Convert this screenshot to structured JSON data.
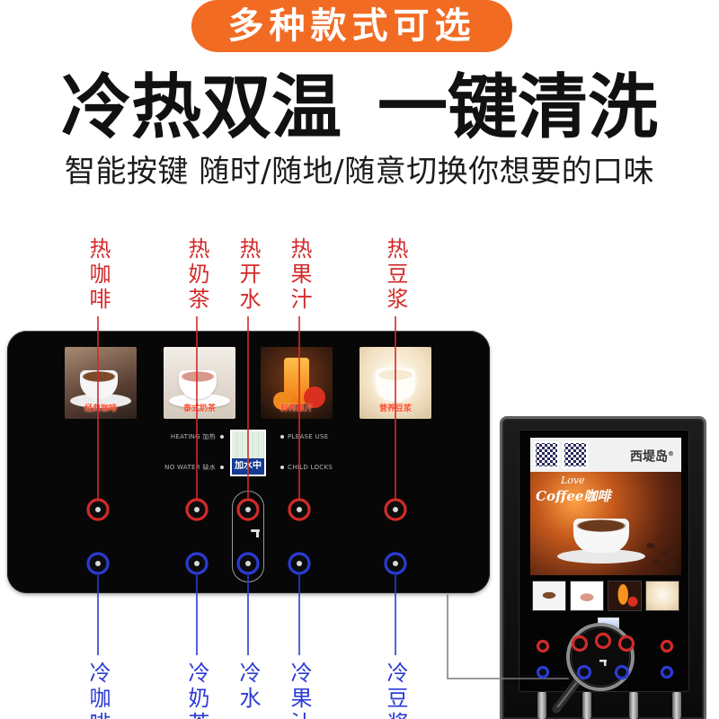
{
  "banner": {
    "label": "多种款式可选"
  },
  "headline": {
    "left": "冷热双温",
    "right": "一键清洗"
  },
  "subheading": {
    "text": "智能按键 随时/随地/随意切换你想要的口味"
  },
  "hot_labels": [
    "热咖啡",
    "热奶茶",
    "热开水",
    "热果汁",
    "热豆浆"
  ],
  "cold_labels": [
    "冷咖啡",
    "冷奶茶",
    "冷水",
    "冷果汁",
    "冷豆浆"
  ],
  "panel": {
    "products": [
      {
        "caption": "经典咖啡",
        "icon": "coffee-cup-image"
      },
      {
        "caption": "泰式奶茶",
        "icon": "milk-tea-image"
      },
      {
        "caption": "鲜榨果汁",
        "icon": "juice-glass-image"
      },
      {
        "caption": "营养豆浆",
        "icon": "soy-milk-image"
      }
    ],
    "indicators": {
      "heating": "HEATING 加热",
      "no_water": "NO WATER 缺水",
      "please_use": "PLEASE USE",
      "child_locks": "CHILD LOCKS"
    },
    "screen_status": "加水中"
  },
  "machine": {
    "brand": "西堤岛",
    "brand_mark": "®",
    "screen_script": "Love",
    "screen_title": "Coffee咖啡"
  },
  "colors": {
    "banner": "#f26b23",
    "hot": "#d32a2a",
    "cold": "#2b3bd4",
    "panel": "#070707"
  },
  "icons": {
    "faucet": "faucet-icon",
    "magnifier": "magnifier-icon",
    "qr": "qr-code-icon"
  }
}
